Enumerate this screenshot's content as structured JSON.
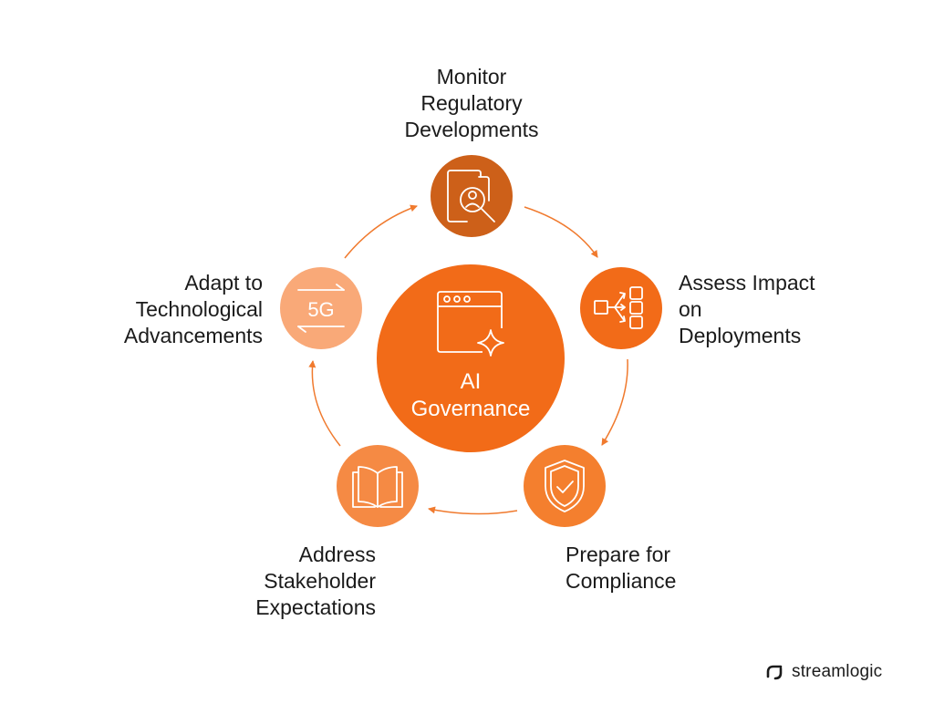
{
  "center": {
    "line1": "AI",
    "line2": "Governance",
    "icon": "browser-window-sparkle-icon"
  },
  "steps": [
    {
      "id": "monitor",
      "lines": [
        "Monitor",
        "Regulatory",
        "Developments"
      ],
      "icon": "document-magnifier-icon",
      "color": "#cd6019"
    },
    {
      "id": "assess",
      "lines": [
        "Assess Impact",
        "on",
        "Deployments"
      ],
      "icon": "flow-branch-icon",
      "color": "#f26b18"
    },
    {
      "id": "prepare",
      "lines": [
        "Prepare for",
        "Compliance"
      ],
      "icon": "shield-check-icon",
      "color": "#f47f2e"
    },
    {
      "id": "address",
      "lines": [
        "Address",
        "Stakeholder",
        "Expectations"
      ],
      "icon": "open-book-icon",
      "color": "#f58a44"
    },
    {
      "id": "adapt",
      "lines": [
        "Adapt to",
        "Technological",
        "Advancements"
      ],
      "icon": "5g-arrows-icon",
      "icon_text": "5G",
      "color": "#f9a978"
    }
  ],
  "brand": {
    "name": "streamlogic",
    "icon": "streamlogic-logo-icon"
  },
  "colors": {
    "arrow": "#f07a2e",
    "text": "#1b1b1b",
    "icon_stroke": "#ffffff"
  }
}
